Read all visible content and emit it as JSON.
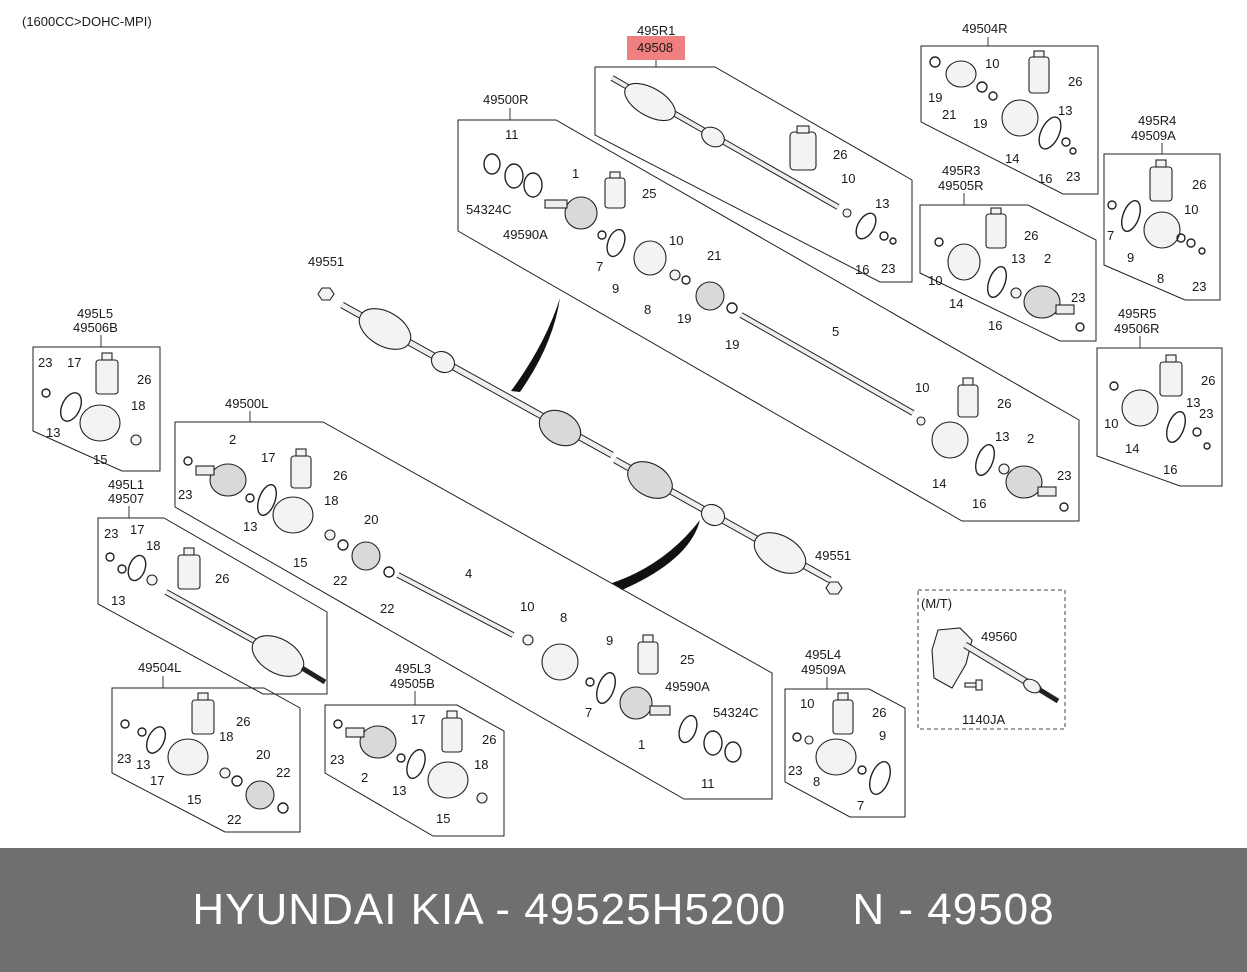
{
  "engine_note": "(1600CC>DOHC-MPI)",
  "highlight_color": "#f08080",
  "footer": {
    "brand_part": "HYUNDAI KIA - 49525H5200",
    "alt_part": "N - 49508",
    "background": "#6f6f6f"
  },
  "panels": {
    "r1": {
      "code_a": "495R1",
      "code_b": "49508"
    },
    "r4_top": {
      "code": "49504R"
    },
    "r4": {
      "code_a": "495R4",
      "code_b": "49509A"
    },
    "r3": {
      "code_a": "495R3",
      "code_b": "49505R"
    },
    "r5": {
      "code_a": "495R5",
      "code_b": "49506R"
    },
    "r500": {
      "code": "49500R"
    },
    "l5": {
      "code_a": "495L5",
      "code_b": "49506B"
    },
    "l500": {
      "code": "49500L"
    },
    "l1": {
      "code_a": "495L1",
      "code_b": "49507"
    },
    "l504": {
      "code": "49504L"
    },
    "l3": {
      "code_a": "495L3",
      "code_b": "49505B"
    },
    "l4": {
      "code_a": "495L4",
      "code_b": "49509A"
    },
    "mt": {
      "label": "(M/T)",
      "code": "49560",
      "bolt": "1140JA"
    }
  },
  "nuts": {
    "top": "49551",
    "bottom": "49551"
  },
  "callouts": {
    "c1": "1",
    "c2": "2",
    "c4": "4",
    "c5": "5",
    "c7": "7",
    "c8": "8",
    "c9": "9",
    "c10": "10",
    "c11": "11",
    "c13": "13",
    "c14": "14",
    "c15": "15",
    "c16": "16",
    "c17": "17",
    "c18": "18",
    "c19": "19",
    "c20": "20",
    "c21": "21",
    "c22": "22",
    "c23": "23",
    "c25": "25",
    "c26": "26",
    "c49590a": "49590A",
    "c54324c": "54324C"
  }
}
